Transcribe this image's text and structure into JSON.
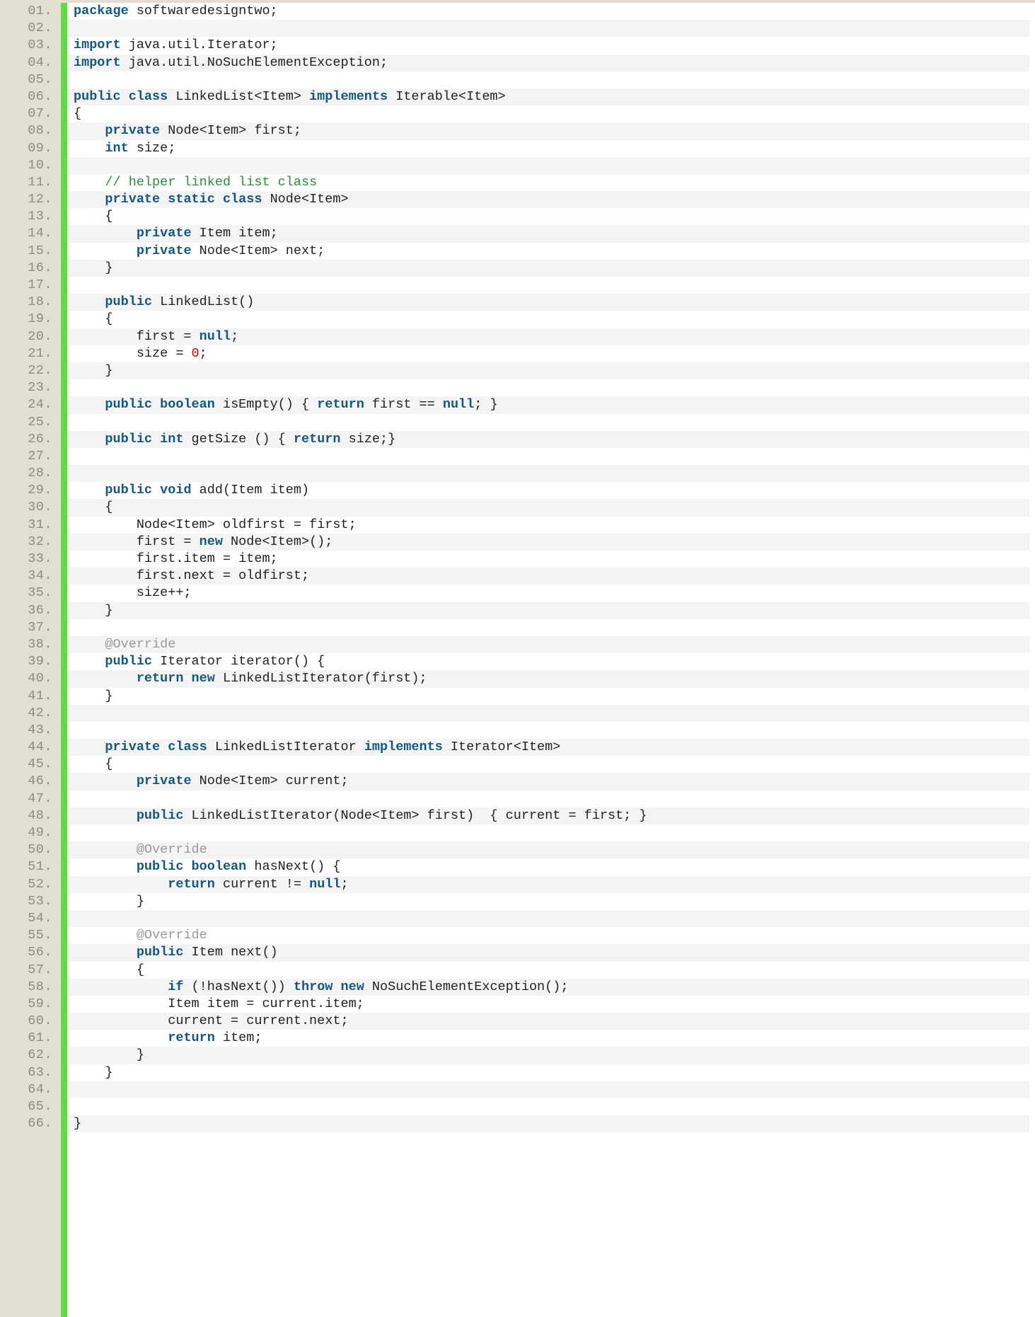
{
  "listing": {
    "language": "Java",
    "gutter_color": "#e3dfd0",
    "accent_color": "#63d94a",
    "alt_row_color": "#f4f4f4",
    "keyword_color": "#16577e",
    "comment_color": "#2e8b3d",
    "annotation_color": "#9a9a9a",
    "number_color": "#cc0000",
    "first_line": 1,
    "last_line": 66,
    "lines": [
      {
        "n": "01.",
        "tokens": [
          {
            "t": "kw",
            "s": "package"
          },
          {
            "t": "pln",
            "s": " softwaredesigntwo;"
          }
        ]
      },
      {
        "n": "02.",
        "tokens": []
      },
      {
        "n": "03.",
        "tokens": [
          {
            "t": "kw",
            "s": "import"
          },
          {
            "t": "pln",
            "s": " java.util.Iterator;"
          }
        ]
      },
      {
        "n": "04.",
        "tokens": [
          {
            "t": "kw",
            "s": "import"
          },
          {
            "t": "pln",
            "s": " java.util.NoSuchElementException;"
          }
        ]
      },
      {
        "n": "05.",
        "tokens": []
      },
      {
        "n": "06.",
        "tokens": [
          {
            "t": "kw",
            "s": "public class"
          },
          {
            "t": "pln",
            "s": " LinkedList<Item> "
          },
          {
            "t": "kw",
            "s": "implements"
          },
          {
            "t": "pln",
            "s": " Iterable<Item>"
          }
        ]
      },
      {
        "n": "07.",
        "tokens": [
          {
            "t": "pln",
            "s": "{"
          }
        ]
      },
      {
        "n": "08.",
        "tokens": [
          {
            "t": "pln",
            "s": "    "
          },
          {
            "t": "kw",
            "s": "private"
          },
          {
            "t": "pln",
            "s": " Node<Item> first;"
          }
        ]
      },
      {
        "n": "09.",
        "tokens": [
          {
            "t": "pln",
            "s": "    "
          },
          {
            "t": "kw",
            "s": "int"
          },
          {
            "t": "pln",
            "s": " size;"
          }
        ]
      },
      {
        "n": "10.",
        "tokens": []
      },
      {
        "n": "11.",
        "tokens": [
          {
            "t": "pln",
            "s": "    "
          },
          {
            "t": "cmt",
            "s": "// helper linked list class"
          }
        ]
      },
      {
        "n": "12.",
        "tokens": [
          {
            "t": "pln",
            "s": "    "
          },
          {
            "t": "kw",
            "s": "private static class"
          },
          {
            "t": "pln",
            "s": " Node<Item>"
          }
        ]
      },
      {
        "n": "13.",
        "tokens": [
          {
            "t": "pln",
            "s": "    {"
          }
        ]
      },
      {
        "n": "14.",
        "tokens": [
          {
            "t": "pln",
            "s": "        "
          },
          {
            "t": "kw",
            "s": "private"
          },
          {
            "t": "pln",
            "s": " Item item;"
          }
        ]
      },
      {
        "n": "15.",
        "tokens": [
          {
            "t": "pln",
            "s": "        "
          },
          {
            "t": "kw",
            "s": "private"
          },
          {
            "t": "pln",
            "s": " Node<Item> next;"
          }
        ]
      },
      {
        "n": "16.",
        "tokens": [
          {
            "t": "pln",
            "s": "    }"
          }
        ]
      },
      {
        "n": "17.",
        "tokens": []
      },
      {
        "n": "18.",
        "tokens": [
          {
            "t": "pln",
            "s": "    "
          },
          {
            "t": "kw",
            "s": "public"
          },
          {
            "t": "pln",
            "s": " LinkedList()"
          }
        ]
      },
      {
        "n": "19.",
        "tokens": [
          {
            "t": "pln",
            "s": "    {"
          }
        ]
      },
      {
        "n": "20.",
        "tokens": [
          {
            "t": "pln",
            "s": "        first = "
          },
          {
            "t": "kw",
            "s": "null"
          },
          {
            "t": "pln",
            "s": ";"
          }
        ]
      },
      {
        "n": "21.",
        "tokens": [
          {
            "t": "pln",
            "s": "        size = "
          },
          {
            "t": "num",
            "s": "0"
          },
          {
            "t": "pln",
            "s": ";"
          }
        ]
      },
      {
        "n": "22.",
        "tokens": [
          {
            "t": "pln",
            "s": "    }"
          }
        ]
      },
      {
        "n": "23.",
        "tokens": []
      },
      {
        "n": "24.",
        "tokens": [
          {
            "t": "pln",
            "s": "    "
          },
          {
            "t": "kw",
            "s": "public boolean"
          },
          {
            "t": "pln",
            "s": " isEmpty() { "
          },
          {
            "t": "kw",
            "s": "return"
          },
          {
            "t": "pln",
            "s": " first == "
          },
          {
            "t": "kw",
            "s": "null"
          },
          {
            "t": "pln",
            "s": "; }"
          }
        ]
      },
      {
        "n": "25.",
        "tokens": []
      },
      {
        "n": "26.",
        "tokens": [
          {
            "t": "pln",
            "s": "    "
          },
          {
            "t": "kw",
            "s": "public int"
          },
          {
            "t": "pln",
            "s": " getSize () { "
          },
          {
            "t": "kw",
            "s": "return"
          },
          {
            "t": "pln",
            "s": " size;}"
          }
        ]
      },
      {
        "n": "27.",
        "tokens": []
      },
      {
        "n": "28.",
        "tokens": []
      },
      {
        "n": "29.",
        "tokens": [
          {
            "t": "pln",
            "s": "    "
          },
          {
            "t": "kw",
            "s": "public void"
          },
          {
            "t": "pln",
            "s": " add(Item item)"
          }
        ]
      },
      {
        "n": "30.",
        "tokens": [
          {
            "t": "pln",
            "s": "    {"
          }
        ]
      },
      {
        "n": "31.",
        "tokens": [
          {
            "t": "pln",
            "s": "        Node<Item> oldfirst = first;"
          }
        ]
      },
      {
        "n": "32.",
        "tokens": [
          {
            "t": "pln",
            "s": "        first = "
          },
          {
            "t": "kw",
            "s": "new"
          },
          {
            "t": "pln",
            "s": " Node<Item>();"
          }
        ]
      },
      {
        "n": "33.",
        "tokens": [
          {
            "t": "pln",
            "s": "        first.item = item;"
          }
        ]
      },
      {
        "n": "34.",
        "tokens": [
          {
            "t": "pln",
            "s": "        first.next = oldfirst;"
          }
        ]
      },
      {
        "n": "35.",
        "tokens": [
          {
            "t": "pln",
            "s": "        size++;"
          }
        ]
      },
      {
        "n": "36.",
        "tokens": [
          {
            "t": "pln",
            "s": "    }"
          }
        ]
      },
      {
        "n": "37.",
        "tokens": []
      },
      {
        "n": "38.",
        "tokens": [
          {
            "t": "pln",
            "s": "    "
          },
          {
            "t": "ann",
            "s": "@Override"
          }
        ]
      },
      {
        "n": "39.",
        "tokens": [
          {
            "t": "pln",
            "s": "    "
          },
          {
            "t": "kw",
            "s": "public"
          },
          {
            "t": "pln",
            "s": " Iterator iterator() {"
          }
        ]
      },
      {
        "n": "40.",
        "tokens": [
          {
            "t": "pln",
            "s": "        "
          },
          {
            "t": "kw",
            "s": "return new"
          },
          {
            "t": "pln",
            "s": " LinkedListIterator(first);"
          }
        ]
      },
      {
        "n": "41.",
        "tokens": [
          {
            "t": "pln",
            "s": "    }"
          }
        ]
      },
      {
        "n": "42.",
        "tokens": []
      },
      {
        "n": "43.",
        "tokens": []
      },
      {
        "n": "44.",
        "tokens": [
          {
            "t": "pln",
            "s": "    "
          },
          {
            "t": "kw",
            "s": "private class"
          },
          {
            "t": "pln",
            "s": " LinkedListIterator "
          },
          {
            "t": "kw",
            "s": "implements"
          },
          {
            "t": "pln",
            "s": " Iterator<Item>"
          }
        ]
      },
      {
        "n": "45.",
        "tokens": [
          {
            "t": "pln",
            "s": "    {"
          }
        ]
      },
      {
        "n": "46.",
        "tokens": [
          {
            "t": "pln",
            "s": "        "
          },
          {
            "t": "kw",
            "s": "private"
          },
          {
            "t": "pln",
            "s": " Node<Item> current;"
          }
        ]
      },
      {
        "n": "47.",
        "tokens": []
      },
      {
        "n": "48.",
        "tokens": [
          {
            "t": "pln",
            "s": "        "
          },
          {
            "t": "kw",
            "s": "public"
          },
          {
            "t": "pln",
            "s": " LinkedListIterator(Node<Item> first)  { current = first; }"
          }
        ]
      },
      {
        "n": "49.",
        "tokens": []
      },
      {
        "n": "50.",
        "tokens": [
          {
            "t": "pln",
            "s": "        "
          },
          {
            "t": "ann",
            "s": "@Override"
          }
        ]
      },
      {
        "n": "51.",
        "tokens": [
          {
            "t": "pln",
            "s": "        "
          },
          {
            "t": "kw",
            "s": "public boolean"
          },
          {
            "t": "pln",
            "s": " hasNext() {"
          }
        ]
      },
      {
        "n": "52.",
        "tokens": [
          {
            "t": "pln",
            "s": "            "
          },
          {
            "t": "kw",
            "s": "return"
          },
          {
            "t": "pln",
            "s": " current != "
          },
          {
            "t": "kw",
            "s": "null"
          },
          {
            "t": "pln",
            "s": ";"
          }
        ]
      },
      {
        "n": "53.",
        "tokens": [
          {
            "t": "pln",
            "s": "        }"
          }
        ]
      },
      {
        "n": "54.",
        "tokens": []
      },
      {
        "n": "55.",
        "tokens": [
          {
            "t": "pln",
            "s": "        "
          },
          {
            "t": "ann",
            "s": "@Override"
          }
        ]
      },
      {
        "n": "56.",
        "tokens": [
          {
            "t": "pln",
            "s": "        "
          },
          {
            "t": "kw",
            "s": "public"
          },
          {
            "t": "pln",
            "s": " Item next()"
          }
        ]
      },
      {
        "n": "57.",
        "tokens": [
          {
            "t": "pln",
            "s": "        {"
          }
        ]
      },
      {
        "n": "58.",
        "tokens": [
          {
            "t": "pln",
            "s": "            "
          },
          {
            "t": "kw",
            "s": "if"
          },
          {
            "t": "pln",
            "s": " (!hasNext()) "
          },
          {
            "t": "kw",
            "s": "throw new"
          },
          {
            "t": "pln",
            "s": " NoSuchElementException();"
          }
        ]
      },
      {
        "n": "59.",
        "tokens": [
          {
            "t": "pln",
            "s": "            Item item = current.item;"
          }
        ]
      },
      {
        "n": "60.",
        "tokens": [
          {
            "t": "pln",
            "s": "            current = current.next;"
          }
        ]
      },
      {
        "n": "61.",
        "tokens": [
          {
            "t": "pln",
            "s": "            "
          },
          {
            "t": "kw",
            "s": "return"
          },
          {
            "t": "pln",
            "s": " item;"
          }
        ]
      },
      {
        "n": "62.",
        "tokens": [
          {
            "t": "pln",
            "s": "        }"
          }
        ]
      },
      {
        "n": "63.",
        "tokens": [
          {
            "t": "pln",
            "s": "    }"
          }
        ]
      },
      {
        "n": "64.",
        "tokens": []
      },
      {
        "n": "65.",
        "tokens": []
      },
      {
        "n": "66.",
        "tokens": [
          {
            "t": "pln",
            "s": "}"
          }
        ]
      }
    ]
  }
}
